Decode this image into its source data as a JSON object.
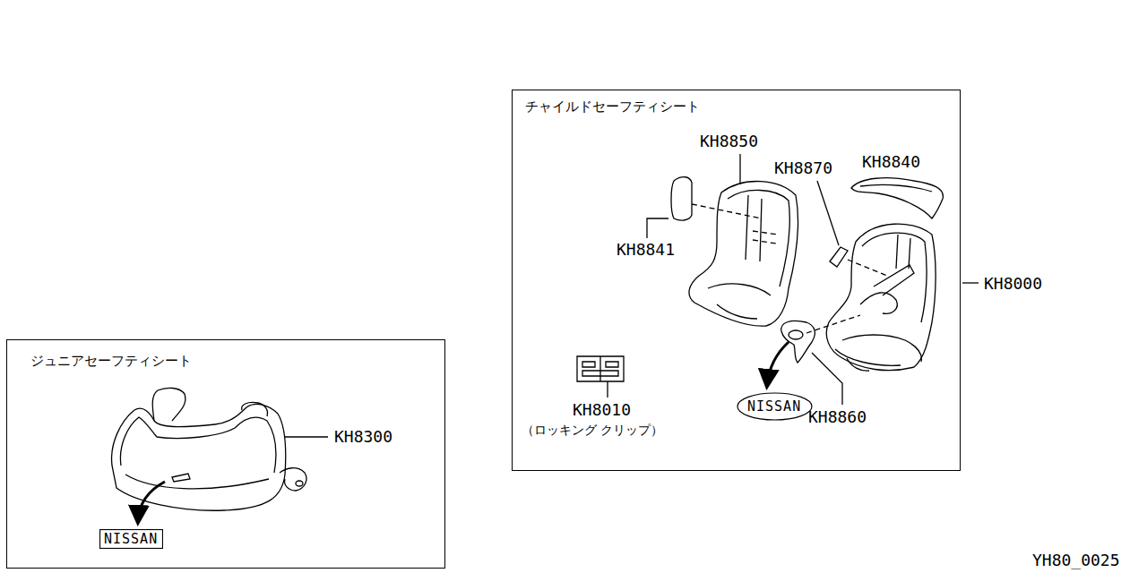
{
  "diagram": {
    "nodes": [
      {
        "text": [
          "ジュニアセーフティシート"
        ]
      },
      {
        "text": [
          "NISSAN"
        ],
        "in": 0
      },
      {
        "text": [
          "チャイルドセーフティシート"
        ]
      },
      {
        "text": [
          "NISSAN"
        ],
        "in": 2
      }
    ],
    "labels": [
      "KH8300",
      "KH8850",
      "KH8870",
      "KH8840",
      "KH8841",
      "KH8000",
      "KH8010",
      "（ロッキング クリップ）",
      "KH8860",
      "YH80_0025"
    ]
  }
}
